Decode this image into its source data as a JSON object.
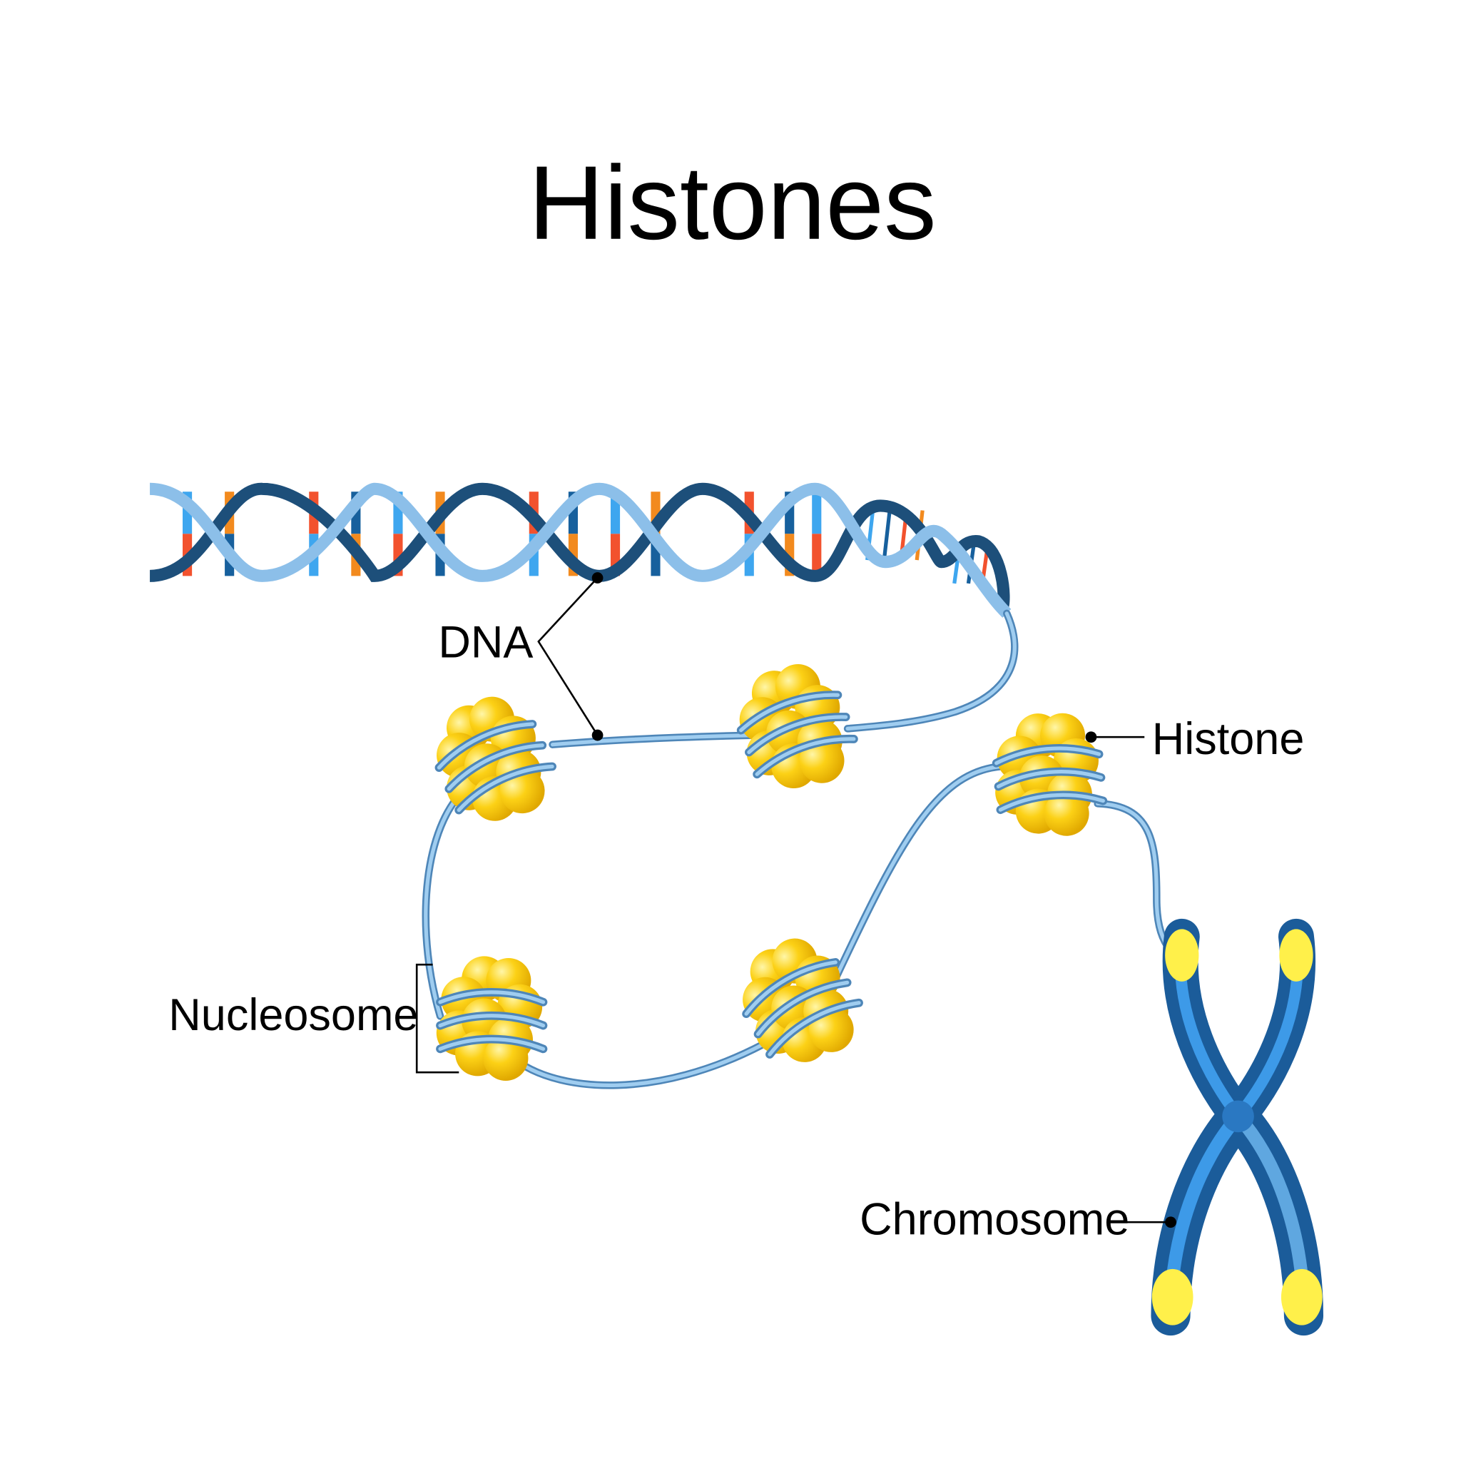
{
  "title": "Histones",
  "labels": {
    "dna": "DNA",
    "histone": "Histone",
    "nucleosome": "Nucleosome",
    "chromosome": "Chromosome"
  },
  "colors": {
    "strand_light": "#8cbfe9",
    "strand_dark": "#1d4f7a",
    "base_red": "#f2522e",
    "base_orange": "#f28a1e",
    "base_blue": "#3ea6ef",
    "base_navy": "#17609d",
    "histone_yellow": "#fcd116",
    "chromosome_blue": "#2a78c2",
    "chromosome_tip": "#fff04a"
  }
}
